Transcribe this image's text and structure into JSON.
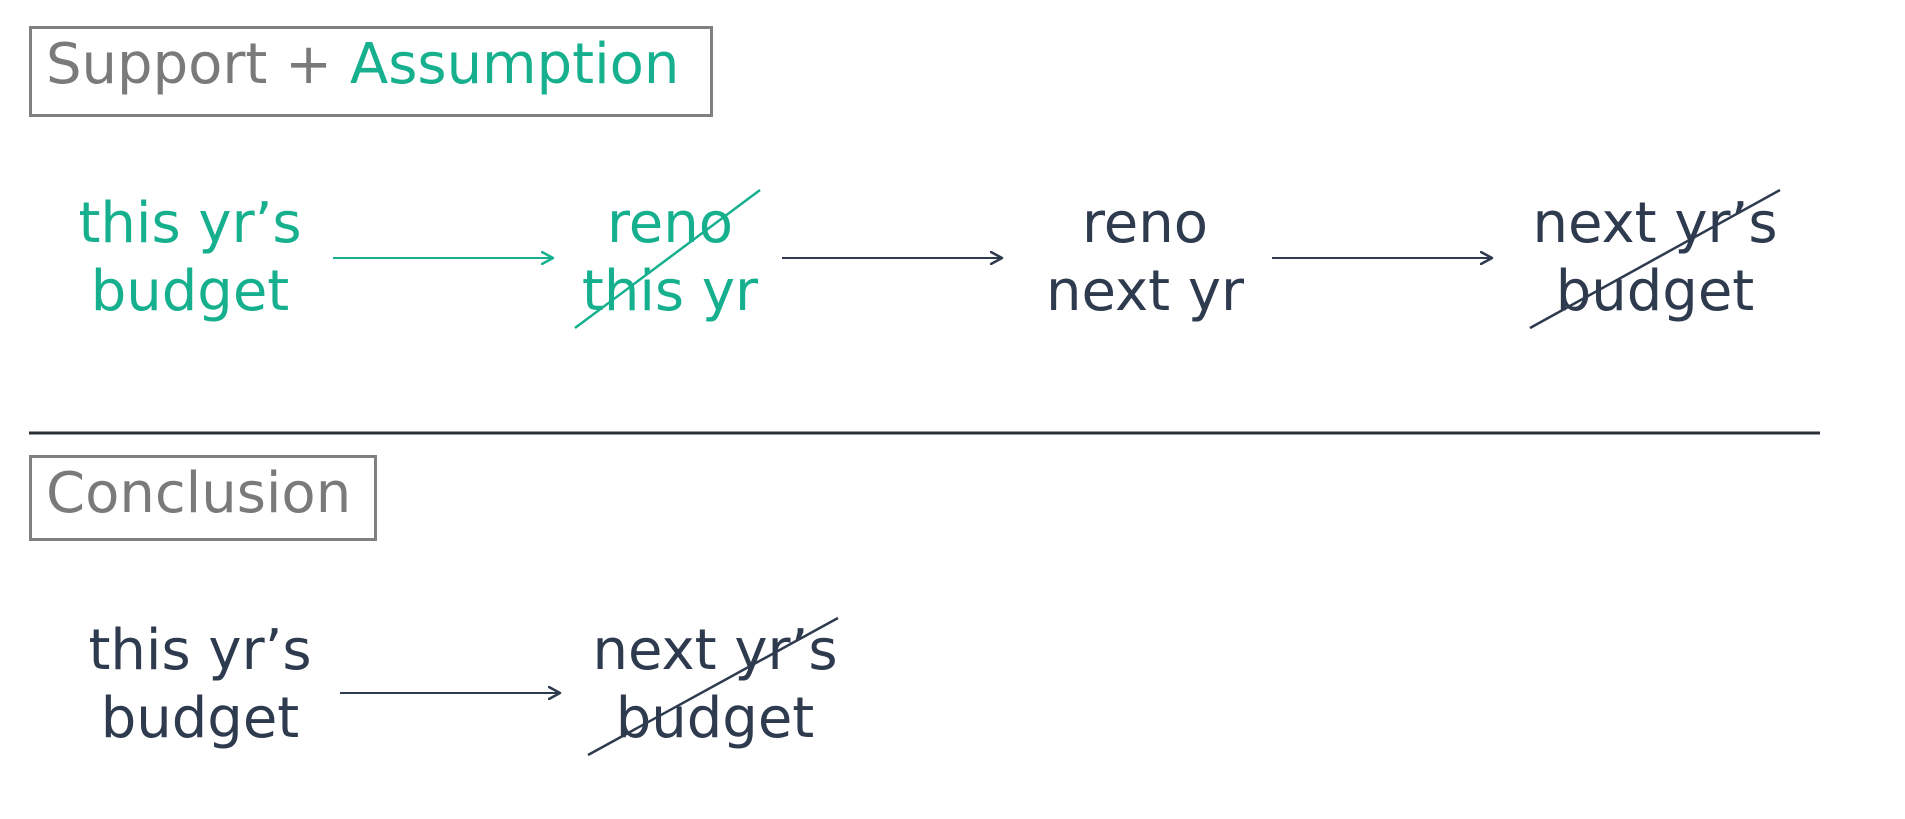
{
  "sections": {
    "premise": {
      "label_part1": "Support + ",
      "label_part2": "Assumption",
      "nodes": [
        {
          "line1": "this yr’s",
          "line2": "budget"
        },
        {
          "line1": "reno",
          "line2": "this yr"
        },
        {
          "line1": "reno",
          "line2": "next yr"
        },
        {
          "line1": "next yr’s",
          "line2": "budget"
        }
      ]
    },
    "conclusion": {
      "label": "Conclusion",
      "nodes": [
        {
          "line1": "this yr’s",
          "line2": "budget"
        },
        {
          "line1": "next yr’s",
          "line2": "budget"
        }
      ]
    }
  },
  "colors": {
    "accent": "#16b08f",
    "dark": "#2e3a4e",
    "label_gray": "#7a7a7a",
    "box_border": "#808080"
  }
}
